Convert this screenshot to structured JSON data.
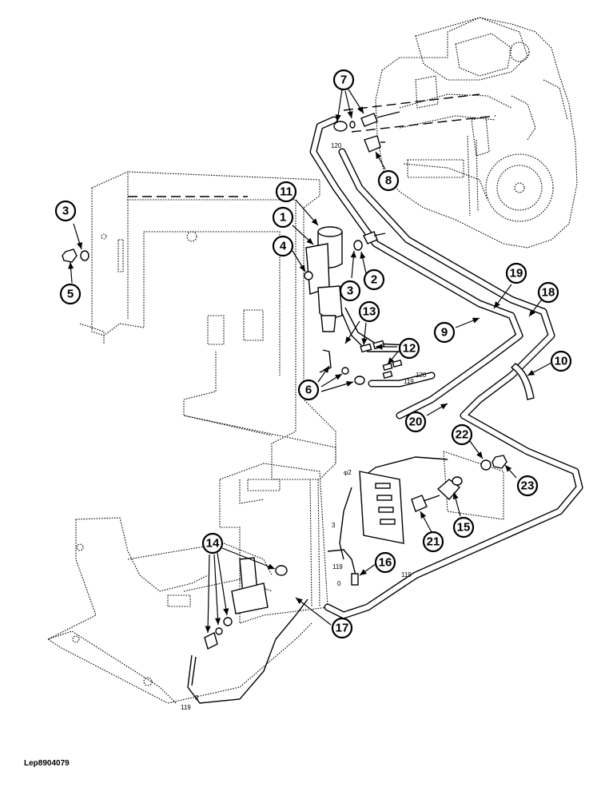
{
  "figure": {
    "reference_code": "Lep8904079",
    "callouts": [
      "1",
      "2",
      "3",
      "3",
      "4",
      "5",
      "6",
      "7",
      "8",
      "9",
      "10",
      "11",
      "12",
      "13",
      "14",
      "15",
      "16",
      "17",
      "18",
      "19",
      "20",
      "21",
      "22",
      "23"
    ],
    "wire_labels": [
      "120",
      "120",
      "119",
      "3",
      "119",
      "119",
      "3",
      "119",
      "0"
    ],
    "pin_label": "φ2"
  }
}
